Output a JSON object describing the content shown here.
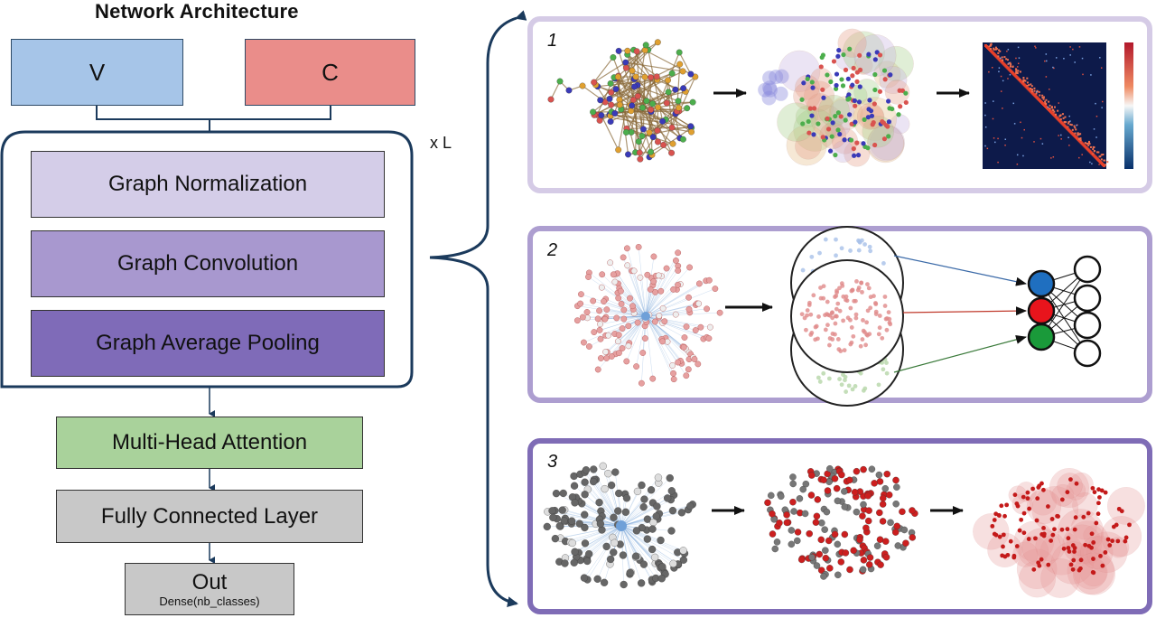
{
  "title": "Network Architecture",
  "inputs": {
    "v_label": "V",
    "c_label": "C"
  },
  "repeat_label": "x L",
  "layers": {
    "graph_normalization": "Graph Normalization",
    "graph_convolution": "Graph Convolution",
    "graph_average_pooling": "Graph Average Pooling"
  },
  "head": {
    "attention": "Multi-Head Attention",
    "fully_connected": "Fully Connected Layer",
    "out": "Out",
    "out_sub": "Dense(nb_classes)"
  },
  "panels": [
    {
      "number": "1"
    },
    {
      "number": "2"
    },
    {
      "number": "3"
    }
  ],
  "colors": {
    "v_box": "#a6c5e8",
    "c_box": "#ea8d8a",
    "normalization": "#d4cde8",
    "convolution": "#a898cf",
    "pooling": "#7f6bb8",
    "attention": "#a9d29b",
    "fully_connected": "#c8c8c8",
    "out": "#c8c8c8",
    "frame": "#1b3a5c",
    "panel1_border": "#d5cbe6",
    "panel2_border": "#ad9ed0",
    "panel3_border": "#7f6cb6"
  }
}
